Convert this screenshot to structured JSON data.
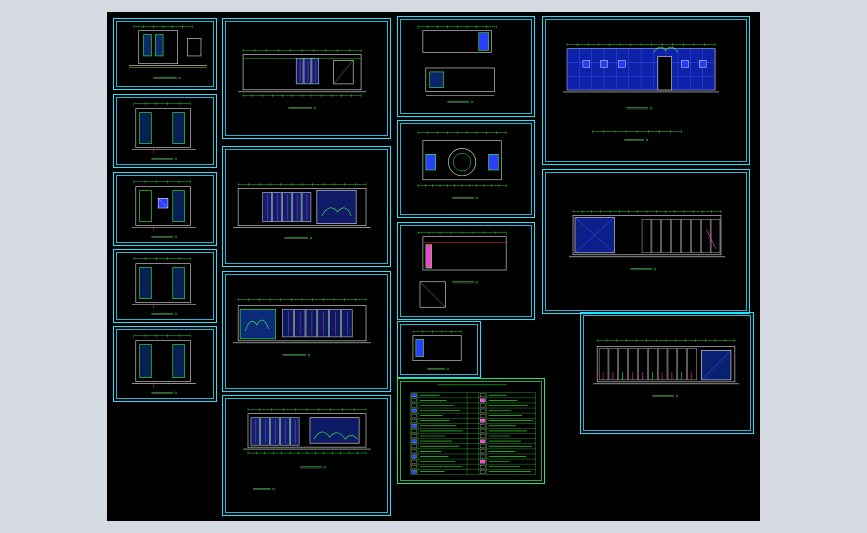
{
  "viewport": {
    "background": "#d5d9e1",
    "model_space": "#000000"
  },
  "colors": {
    "frame": "#22e3ff",
    "table_frame": "#22e36c",
    "line_green": "#38ff3a",
    "line_white": "#e8e8e8",
    "fill_blue": "#2b3dff",
    "accent_magenta": "#ff3bd8",
    "accent_red": "#ff2a2a",
    "accent_yellow": "#f5f53a"
  },
  "sheets": [
    {
      "id": "s1",
      "kind": "small-elevation"
    },
    {
      "id": "s2",
      "kind": "small-elevation"
    },
    {
      "id": "s3",
      "kind": "small-elevation"
    },
    {
      "id": "s4",
      "kind": "small-elevation"
    },
    {
      "id": "s5",
      "kind": "small-elevation"
    },
    {
      "id": "m1",
      "kind": "long-elevation"
    },
    {
      "id": "m2",
      "kind": "cubicle-elevation"
    },
    {
      "id": "m3",
      "kind": "mural-elevation"
    },
    {
      "id": "m4",
      "kind": "cubicle-elevation"
    },
    {
      "id": "r1",
      "kind": "plan-detail"
    },
    {
      "id": "r2",
      "kind": "round-detail"
    },
    {
      "id": "r3",
      "kind": "section-detail"
    },
    {
      "id": "r4",
      "kind": "small-detail"
    },
    {
      "id": "tbl",
      "kind": "material-schedule"
    },
    {
      "id": "x1",
      "kind": "tile-elevation"
    },
    {
      "id": "x2",
      "kind": "panel-elevation"
    },
    {
      "id": "x3",
      "kind": "partition-elevation"
    }
  ]
}
